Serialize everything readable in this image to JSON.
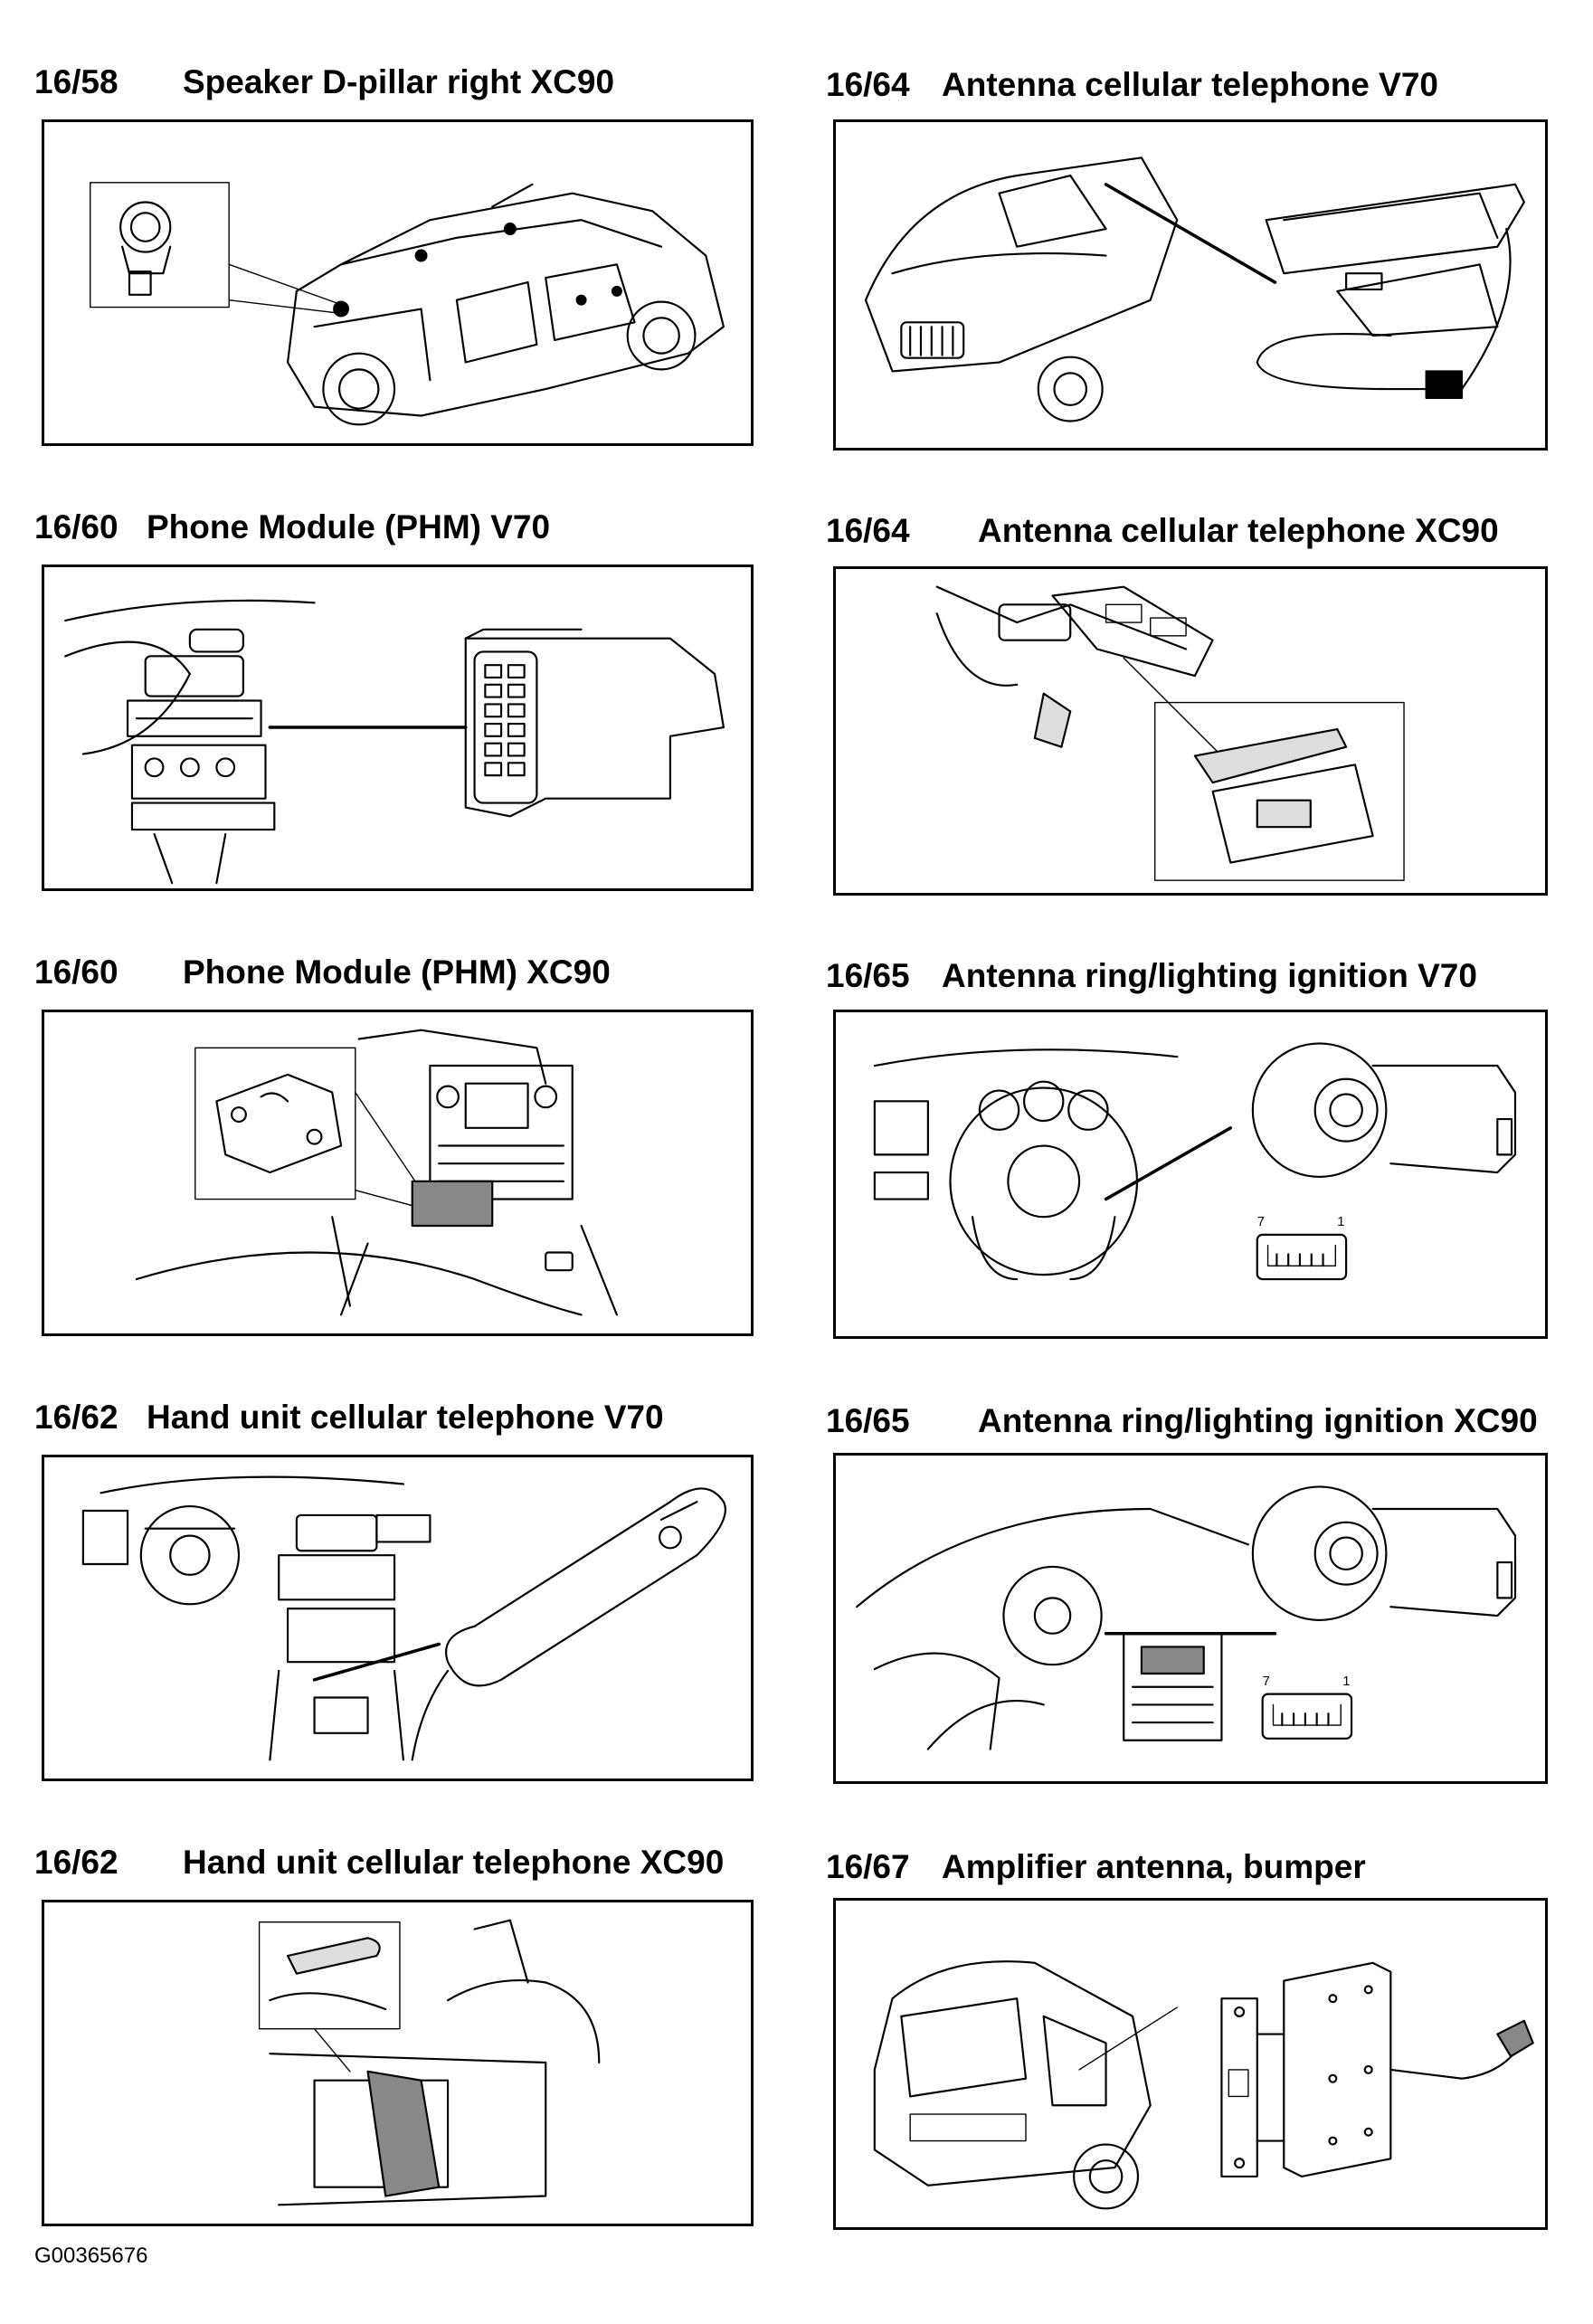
{
  "figures": [
    {
      "code": "16/58",
      "title": "Speaker D-pillar right XC90"
    },
    {
      "code": "16/64",
      "title": "Antenna cellular telephone V70"
    },
    {
      "code": "16/60",
      "title": "Phone Module (PHM) V70"
    },
    {
      "code": "16/64",
      "title": "Antenna cellular telephone XC90"
    },
    {
      "code": "16/60",
      "title": "Phone Module (PHM) XC90"
    },
    {
      "code": "16/65",
      "title": "Antenna ring/lighting ignition V70"
    },
    {
      "code": "16/62",
      "title": "Hand unit cellular telephone V70"
    },
    {
      "code": "16/65",
      "title": "Antenna ring/lighting ignition XC90"
    },
    {
      "code": "16/62",
      "title": "Hand unit cellular telephone XC90"
    },
    {
      "code": "16/67",
      "title": "Amplifier antenna, bumper"
    }
  ],
  "connector_pins": {
    "left": "7",
    "right": "1"
  },
  "footer": {
    "image_ref": "G00365676"
  }
}
